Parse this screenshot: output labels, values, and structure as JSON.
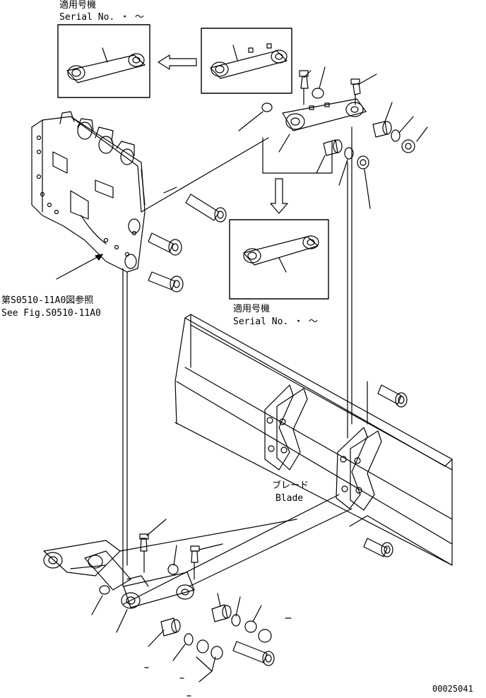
{
  "callouts": {
    "top_inset_jp": "適用号機",
    "top_inset_en": "Serial No.  ・ ～",
    "mid_inset_jp": "適用号機",
    "mid_inset_en": "Serial No.  ・ ～",
    "reference_jp": "第S0510-11A0図参照",
    "reference_en": "See Fig.S0510-11A0",
    "blade_jp": "ブレード",
    "blade_en": "Blade"
  },
  "drawing_number": "00025041",
  "colors": {
    "ink": "#000000",
    "paper": "#ffffff"
  }
}
